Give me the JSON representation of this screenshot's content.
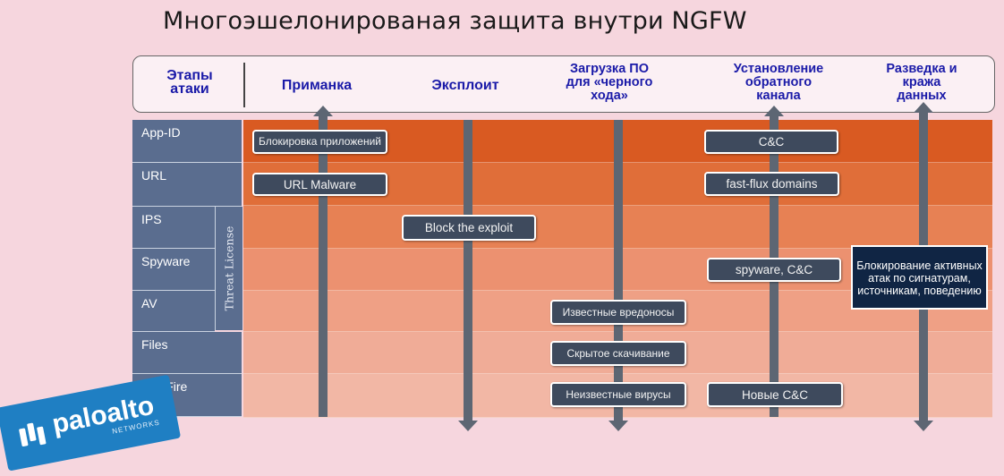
{
  "title": "Многоэшелонированая защита внутри NGFW",
  "header": {
    "stages_label": [
      "Этапы",
      "атаки"
    ],
    "stages": [
      [
        "Приманка"
      ],
      [
        "Эксплоит"
      ],
      [
        "Загрузка ПО",
        "для «черного",
        "хода»"
      ],
      [
        "Установление",
        "обратного",
        "канала"
      ],
      [
        "Разведка и",
        "кража",
        "данных"
      ]
    ]
  },
  "rows": [
    "App-ID",
    "URL",
    "IPS",
    "Spyware",
    "AV",
    "Files",
    "WildFire"
  ],
  "threat_license": "Threat License",
  "blocks": {
    "app_block": "Блокировка приложений",
    "url_malware": "URL Malware",
    "cc": "C&C",
    "fast_flux": "fast-flux domains",
    "block_exploit": "Block the exploit",
    "spyware_cc": "spyware, C&C",
    "known_malware": "Известные вредоносы",
    "hidden_download": "Скрытое скачивание",
    "unknown_viruses": "Неизвестные вирусы",
    "new_cc": "Новые C&C"
  },
  "callout": "Блокирование активных атак по сигнатурам, источникам, поведению",
  "logo": {
    "name": "paloalto",
    "sub": "NETWORKS",
    "icon": "paloalto-logo-icon"
  },
  "colors": {
    "band_top": "#d85a22",
    "band_bottom": "#f2b9a6",
    "row_label": "#5a6d8f",
    "block": "#3e4a5d",
    "callout": "#102544",
    "header_text": "#1a1aa8"
  }
}
